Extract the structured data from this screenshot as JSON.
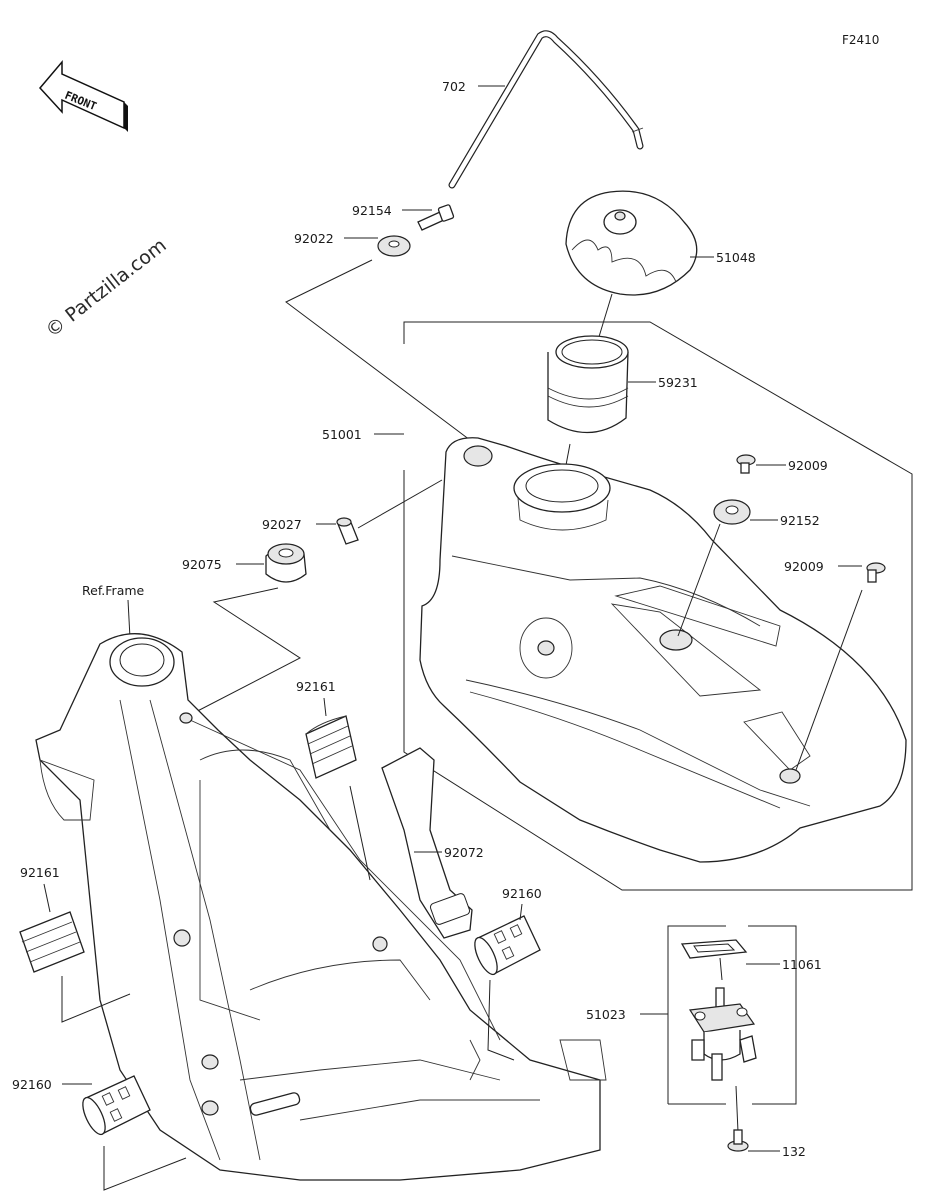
{
  "diagram_code": "F2410",
  "watermark": "© Partzilla.com",
  "front_label": "FRONT",
  "ref_frame_label": "Ref.Frame",
  "labels": {
    "p702": "702",
    "p92154": "92154",
    "p92022": "92022",
    "p51048": "51048",
    "p59231": "59231",
    "p51001": "51001",
    "p92009a": "92009",
    "p92152": "92152",
    "p92009b": "92009",
    "p92027": "92027",
    "p92075": "92075",
    "p92161a": "92161",
    "p92072": "92072",
    "p92161b": "92161",
    "p92160a": "92160",
    "p11061": "11061",
    "p51023": "51023",
    "p92160b": "92160",
    "p132": "132"
  }
}
